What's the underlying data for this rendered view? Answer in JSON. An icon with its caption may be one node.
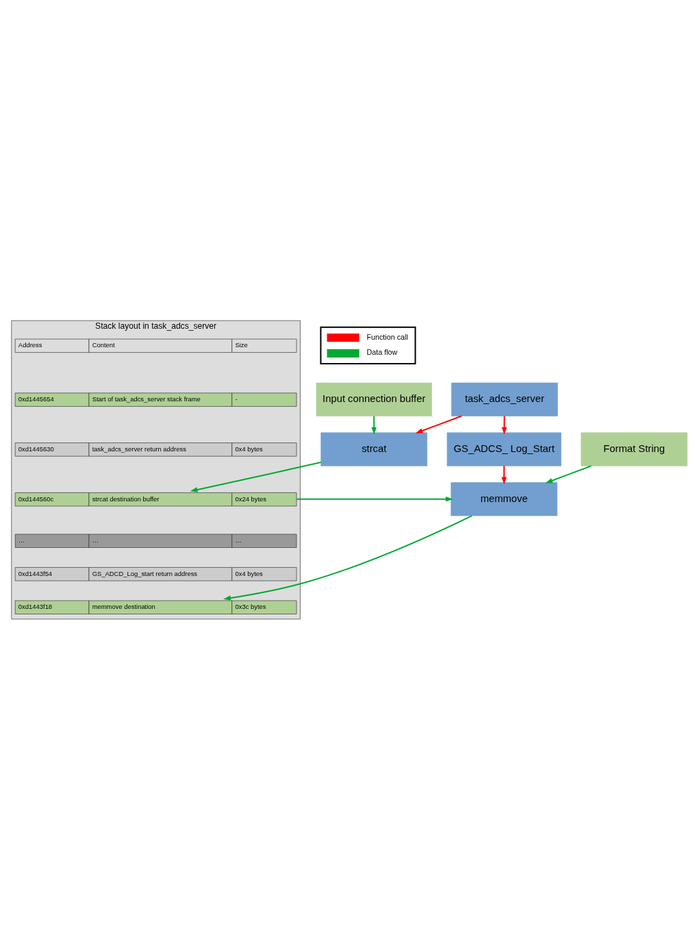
{
  "diagram": {
    "nodes": [
      {
        "text": [
          "task_adcs_server"
        ]
      },
      {
        "text": [
          "Input connection buffer"
        ]
      },
      {
        "text": [
          "strcat"
        ]
      },
      {
        "text": [
          "GS_ADCS_ Log_Start"
        ]
      },
      {
        "text": [
          "Format String"
        ]
      },
      {
        "text": [
          "memmove"
        ]
      },
      {
        "text": [
          "Stack layout in task_adcs_server"
        ]
      },
      {
        "text": [
          "Address",
          "Content",
          "Size"
        ],
        "in": 6
      },
      {
        "text": [
          "0xd1445654",
          "Start of task_adcs_server stack frame",
          "-"
        ],
        "in": 6
      },
      {
        "text": [
          "0xd1445630",
          "task_adcs_server return address",
          "0x4 bytes"
        ],
        "in": 6
      },
      {
        "text": [
          "0xd144560c",
          "strcat destination buffer",
          "0x24 bytes"
        ],
        "in": 6
      },
      {
        "text": [
          "…",
          "…",
          "…"
        ],
        "in": 6
      },
      {
        "text": [
          "0xd1443f54",
          "GS_ADCD_Log_start return address",
          "0x4 bytes"
        ],
        "in": 6
      },
      {
        "text": [
          "0xd1443f18",
          "memmove destination",
          "0x3c bytes"
        ],
        "in": 6
      }
    ],
    "edges": [
      {
        "from": 0,
        "to": 2,
        "arrow": "to",
        "color": "#ff0000"
      },
      {
        "from": 0,
        "to": 3,
        "arrow": "to",
        "color": "#ff0000"
      },
      {
        "from": 1,
        "to": 2,
        "arrow": "to"
      },
      {
        "from": 2,
        "to": 10,
        "arrow": "to"
      },
      {
        "from": 4,
        "to": 5,
        "arrow": "to"
      },
      {
        "from": 3,
        "to": 5,
        "arrow": "to",
        "color": "#ff0000"
      },
      {
        "from": 10,
        "to": 5,
        "arrow": "to"
      },
      {
        "from": 5,
        "to": 13,
        "arrow": "to"
      }
    ],
    "legend": [
      {
        "text": "Function call"
      },
      {
        "text": "Data flow"
      }
    ]
  }
}
